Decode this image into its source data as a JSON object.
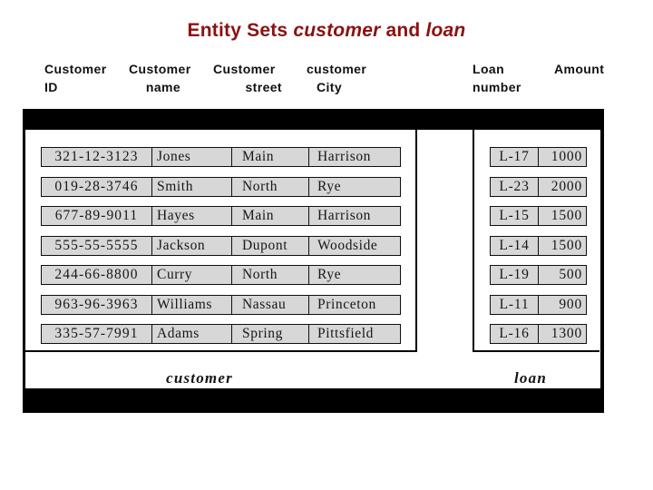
{
  "title": {
    "prefix": "Entity Sets ",
    "entity1": "customer",
    "conjunction": " and ",
    "entity2": "loan"
  },
  "headers": {
    "customer_id": {
      "line1": "Customer",
      "line2": "ID"
    },
    "customer_name": {
      "line1": "Customer",
      "line2": "name"
    },
    "customer_street": {
      "line1": "Customer",
      "line2": "street"
    },
    "customer_city": {
      "line1": "customer",
      "line2": "City"
    },
    "loan_number": {
      "line1": "Loan",
      "line2": "number"
    },
    "amount": {
      "line1": "Amount"
    }
  },
  "customer_table": {
    "label": "customer",
    "rows": [
      [
        "321-12-3123",
        "Jones",
        "Main",
        "Harrison"
      ],
      [
        "019-28-3746",
        "Smith",
        "North",
        "Rye"
      ],
      [
        "677-89-9011",
        "Hayes",
        "Main",
        "Harrison"
      ],
      [
        "555-55-5555",
        "Jackson",
        "Dupont",
        "Woodside"
      ],
      [
        "244-66-8800",
        "Curry",
        "North",
        "Rye"
      ],
      [
        "963-96-3963",
        "Williams",
        "Nassau",
        "Princeton"
      ],
      [
        "335-57-7991",
        "Adams",
        "Spring",
        "Pittsfield"
      ]
    ]
  },
  "loan_table": {
    "label": "loan",
    "rows": [
      [
        "L-17",
        "1000"
      ],
      [
        "L-23",
        "2000"
      ],
      [
        "L-15",
        "1500"
      ],
      [
        "L-14",
        "1500"
      ],
      [
        "L-19",
        "500"
      ],
      [
        "L-11",
        "900"
      ],
      [
        "L-16",
        "1300"
      ]
    ]
  },
  "colors": {
    "title_text": "#8B1111",
    "cell_background": "#d7d7d7",
    "frame_background": "#000000",
    "header_text": "#111111"
  }
}
